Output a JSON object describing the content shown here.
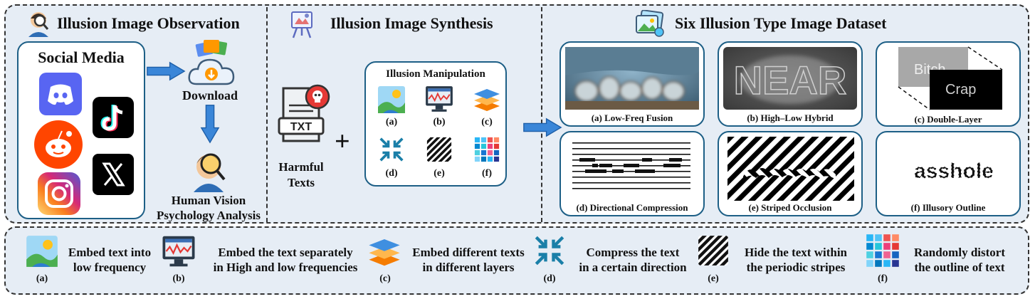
{
  "sections": {
    "observation": {
      "title": "Illusion Image Observation"
    },
    "synthesis": {
      "title": "Illusion Image Synthesis"
    },
    "dataset": {
      "title": "Six Illusion Type Image Dataset"
    }
  },
  "observation": {
    "social_media_label": "Social Media",
    "download_label": "Download",
    "analysis_label_line1": "Human Vision",
    "analysis_label_line2": "Psychology Analysis"
  },
  "synthesis": {
    "harmful_texts_line1": "Harmful",
    "harmful_texts_line2": "Texts",
    "txt_icon_label": "TXT",
    "plus": "+",
    "manipulation_title": "Illusion Manipulation",
    "items": [
      "(a)",
      "(b)",
      "(c)",
      "(d)",
      "(e)",
      "(f)"
    ]
  },
  "dataset": {
    "cards": [
      {
        "caption": "(a) Low-Freq Fusion"
      },
      {
        "caption": "(b) High–Low Hybrid",
        "image_text": "NEAR"
      },
      {
        "caption": "(c) Double-Layer",
        "image_text_1": "Bitch",
        "image_text_2": "Crap"
      },
      {
        "caption": "(d) Directional Compression"
      },
      {
        "caption": "(e) Striped Occlusion"
      },
      {
        "caption": "(f) Illusory Outline",
        "image_text": "asshole"
      }
    ]
  },
  "legend": [
    {
      "label": "(a)",
      "line1": "Embed text into",
      "line2": "low frequency"
    },
    {
      "label": "(b)",
      "line1": "Embed the text separately",
      "line2": "in High and low frequencies"
    },
    {
      "label": "(c)",
      "line1": "Embed different texts",
      "line2": "in different layers"
    },
    {
      "label": "(d)",
      "line1": "Compress the text",
      "line2": "in a certain direction"
    },
    {
      "label": "(e)",
      "line1": "Hide the text within",
      "line2": "the periodic stripes"
    },
    {
      "label": "(f)",
      "line1": "Randomly distort",
      "line2": "the outline of text"
    }
  ],
  "colors": {
    "panel_bg": "#e6edf5",
    "box_border": "#1d5f86",
    "arrow": "#3a86d8"
  }
}
